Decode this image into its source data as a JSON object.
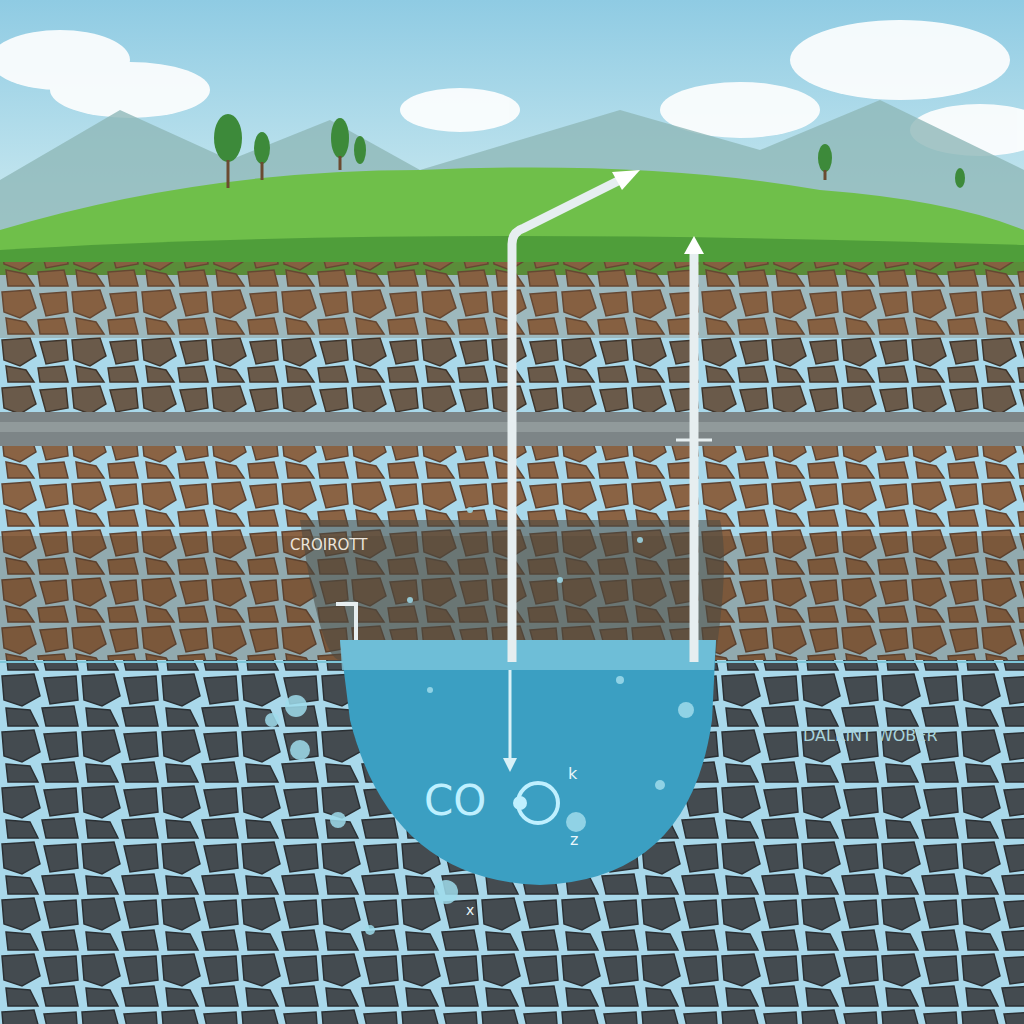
{
  "diagram": {
    "labels": [
      "CROIROTT",
      "DALKINT WOBER",
      "CO",
      "k",
      "z",
      "x"
    ]
  }
}
